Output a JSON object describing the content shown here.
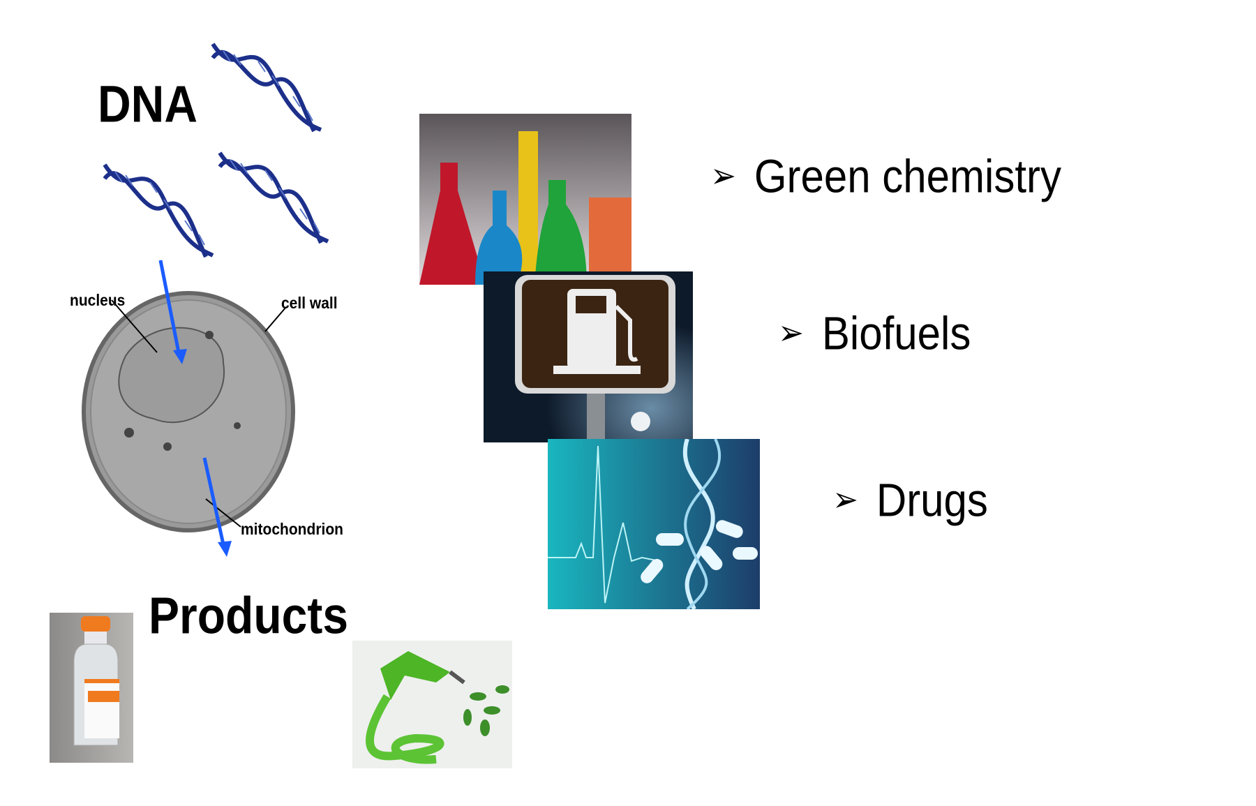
{
  "left": {
    "dna_title": "DNA",
    "cell_labels": {
      "nucleus": "nucleus",
      "cell_wall": "cell wall",
      "mitochondrion": "mitochondrion"
    },
    "products_title": "Products",
    "arrow_color": "#1a5cff"
  },
  "right": {
    "bullets": [
      {
        "label": "Green chemistry",
        "icon": "arrow-bullet-icon"
      },
      {
        "label": "Biofuels",
        "icon": "arrow-bullet-icon"
      },
      {
        "label": "Drugs",
        "icon": "arrow-bullet-icon"
      }
    ]
  }
}
